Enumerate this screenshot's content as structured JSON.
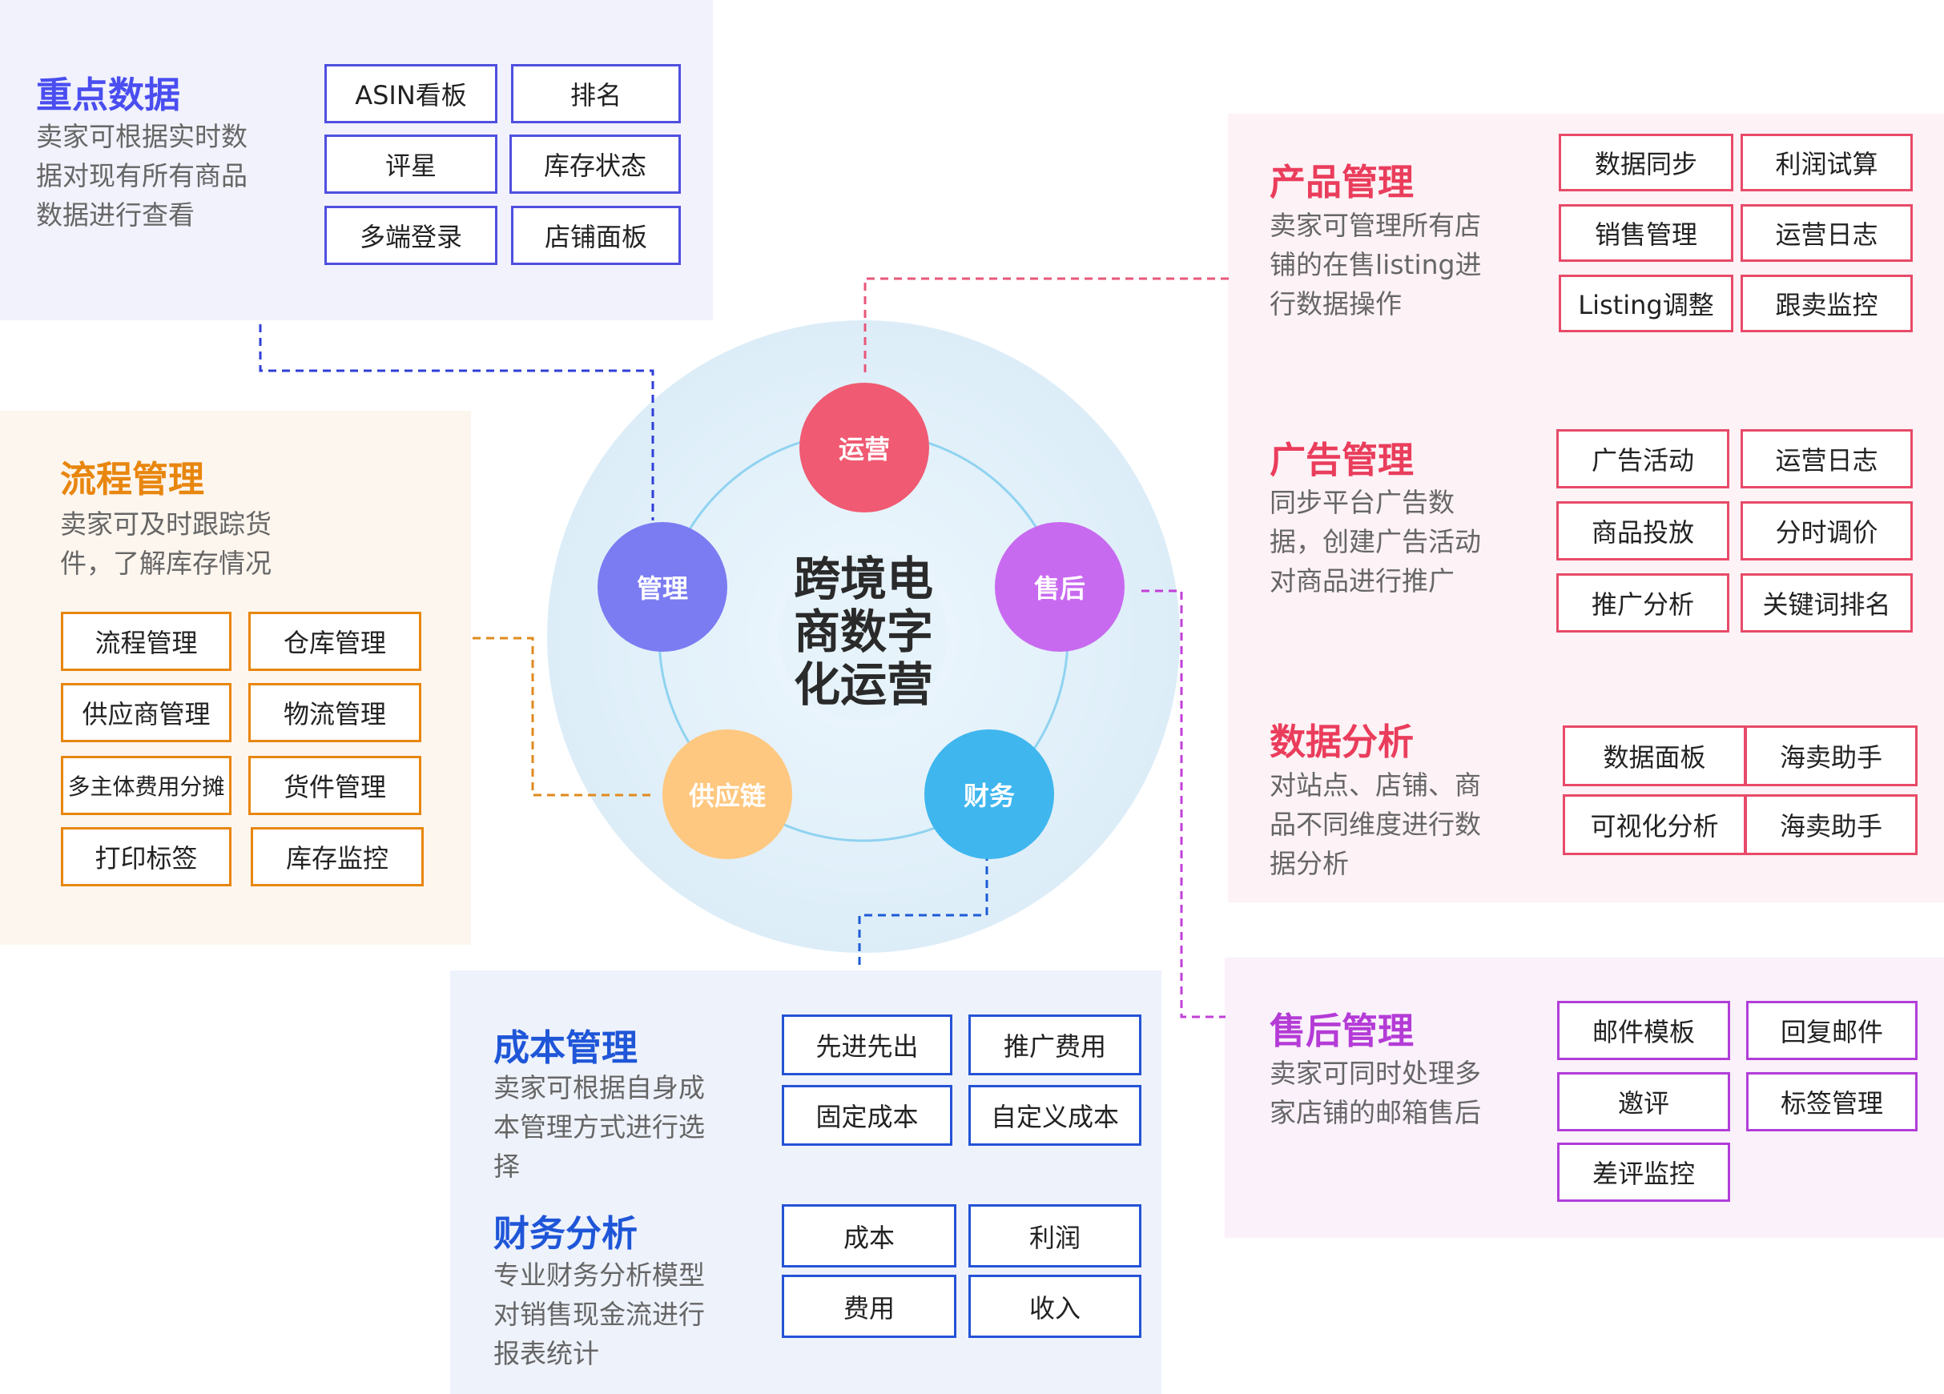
{
  "center": {
    "text": "跨境电商数字化运营",
    "nodes": [
      {
        "label": "运营",
        "color": "#f05a72"
      },
      {
        "label": "售后",
        "color": "#c86af0"
      },
      {
        "label": "财务",
        "color": "#3fb6ee"
      },
      {
        "label": "供应链",
        "color": "#ffc880"
      },
      {
        "label": "管理",
        "color": "#7b7cf2"
      }
    ]
  },
  "key_data": {
    "title": "重点数据",
    "desc": "卖家可根据实时数据对现有所有商品数据进行查看",
    "items": [
      "ASIN看板",
      "排名",
      "评星",
      "库存状态",
      "多端登录",
      "店铺面板"
    ]
  },
  "process_mgmt": {
    "title": "流程管理",
    "desc": "卖家可及时跟踪货件，了解库存情况",
    "items": [
      "流程管理",
      "仓库管理",
      "供应商管理",
      "物流管理",
      "多主体费用分摊",
      "货件管理",
      "打印标签",
      "库存监控"
    ]
  },
  "product_mgmt": {
    "title": "产品管理",
    "desc": "卖家可管理所有店铺的在售listing进行数据操作",
    "items": [
      "数据同步",
      "利润试算",
      "销售管理",
      "运营日志",
      "Listing调整",
      "跟卖监控"
    ]
  },
  "ad_mgmt": {
    "title": "广告管理",
    "desc": "同步平台广告数据，创建广告活动对商品进行推广",
    "items": [
      "广告活动",
      "运营日志",
      "商品投放",
      "分时调价",
      "推广分析",
      "关键词排名"
    ]
  },
  "data_analysis": {
    "title": "数据分析",
    "desc": "对站点、店铺、商品不同维度进行数据分析",
    "items": [
      "数据面板",
      "海卖助手",
      "可视化分析",
      "海卖助手"
    ]
  },
  "aftersale_mgmt": {
    "title": "售后管理",
    "desc": "卖家可同时处理多家店铺的邮箱售后",
    "items": [
      "邮件模板",
      "回复邮件",
      "邀评",
      "标签管理",
      "差评监控"
    ]
  },
  "cost_mgmt": {
    "title": "成本管理",
    "desc": "卖家可根据自身成本管理方式进行选择",
    "items": [
      "先进先出",
      "推广费用",
      "固定成本",
      "自定义成本"
    ]
  },
  "finance_analysis": {
    "title": "财务分析",
    "desc": "专业财务分析模型对销售现金流进行报表统计",
    "items": [
      "成本",
      "利润",
      "费用",
      "收入"
    ]
  }
}
